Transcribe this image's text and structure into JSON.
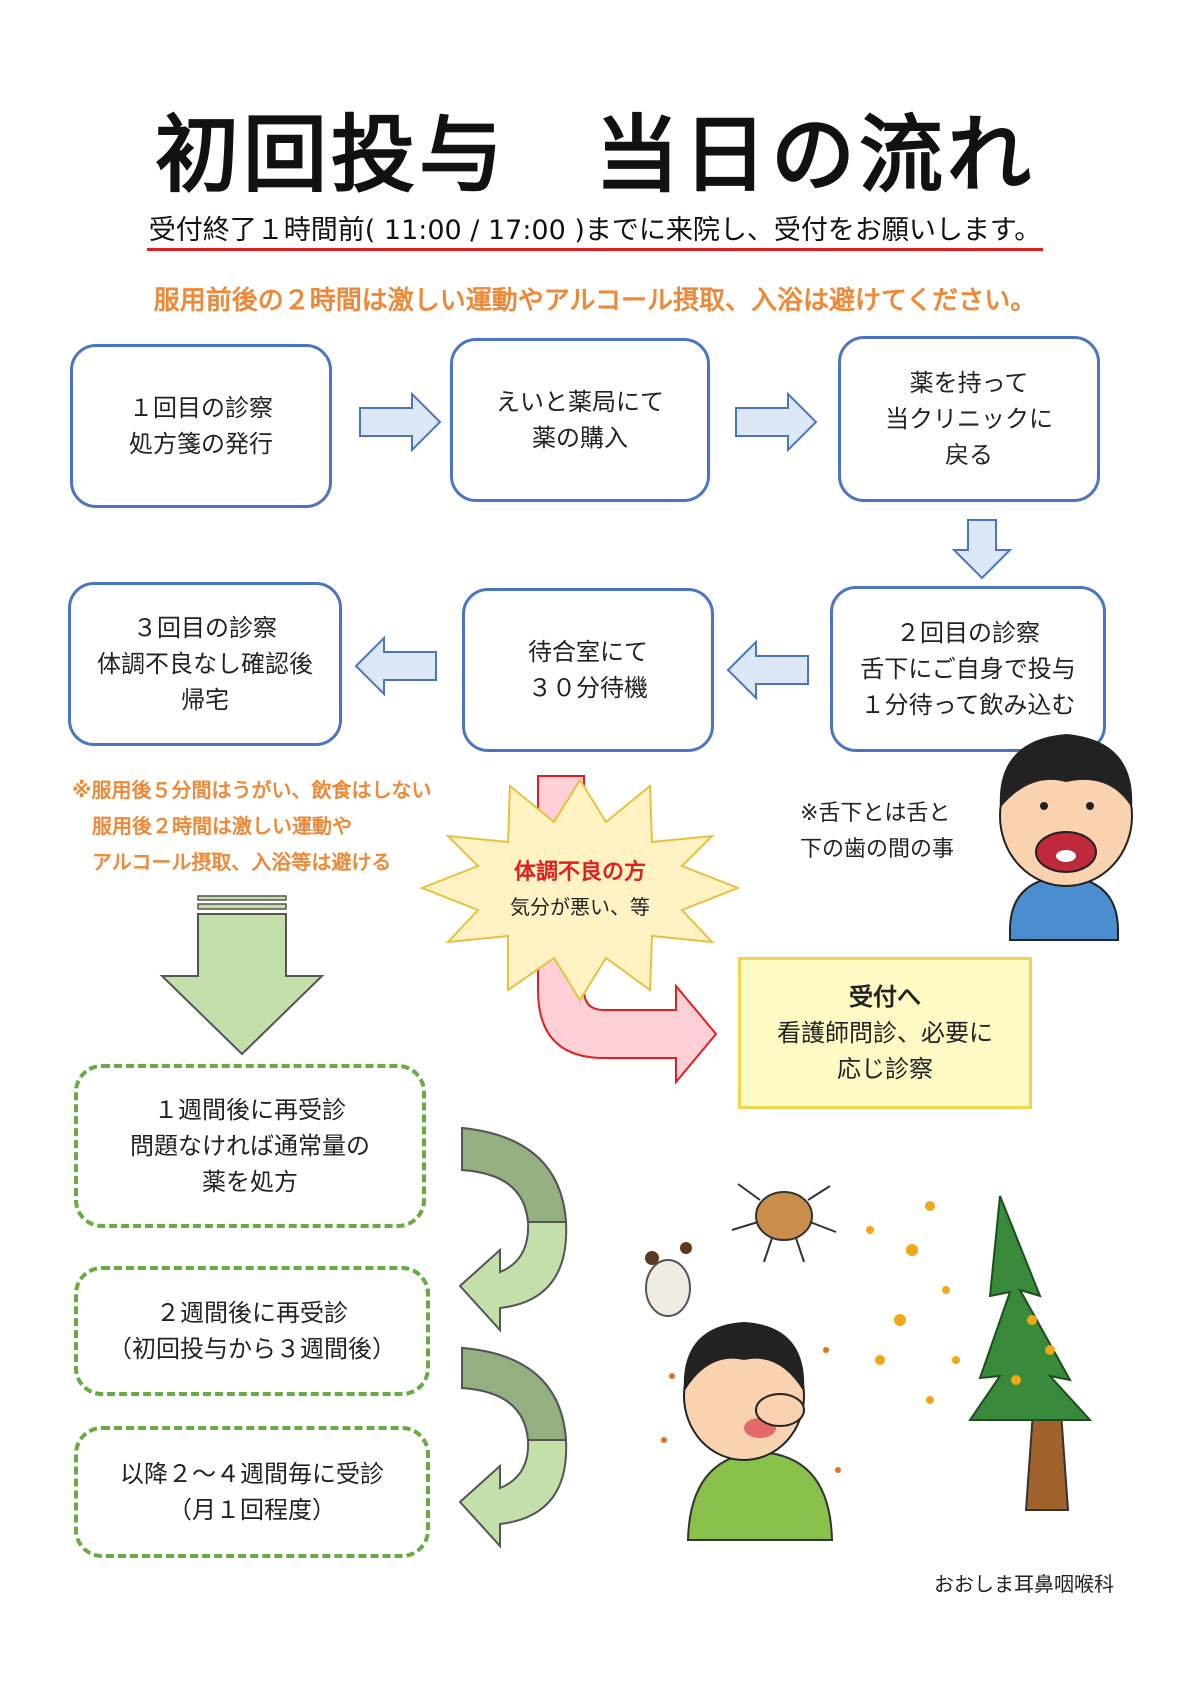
{
  "title": "初回投与　当日の流れ",
  "notice": "受付終了１時間前( 11:00 / 17:00 )までに来院し、受付をお願いします。",
  "caution": "服用前後の２時間は激しい運動やアルコール摂取、入浴は避けてください。",
  "steps": [
    {
      "lines": [
        "１回目の診察",
        "処方箋の発行"
      ]
    },
    {
      "lines": [
        "えいと薬局にて",
        "薬の購入"
      ]
    },
    {
      "lines": [
        "薬を持って",
        "当クリニックに",
        "戻る"
      ]
    },
    {
      "lines": [
        "２回目の診察",
        "舌下にご自身で投与",
        "１分待って飲み込む"
      ]
    },
    {
      "lines": [
        "待合室にて",
        "３０分待機"
      ]
    },
    {
      "lines": [
        "３回目の診察",
        "体調不良なし確認後",
        "帰宅"
      ]
    }
  ],
  "after_note": [
    "※服用後５分間はうがい、飲食はしない",
    "服用後２時間は激しい運動や",
    "アルコール摂取、入浴等は避ける"
  ],
  "tongue_note": [
    "※舌下とは舌と",
    "下の歯の間の事"
  ],
  "burst": {
    "title": "体調不良の方",
    "sub": "気分が悪い、等"
  },
  "reception": {
    "title": "受付へ",
    "lines": [
      "看護師問診、必要に",
      "応じ診察"
    ]
  },
  "followups": [
    {
      "lines": [
        "１週間後に再受診",
        "問題なければ通常量の",
        "薬を処方"
      ]
    },
    {
      "lines": [
        "２週間後に再受診",
        "（初回投与から３週間後）"
      ]
    },
    {
      "lines": [
        "以降２～４週間毎に受診",
        "（月１回程度）"
      ]
    }
  ],
  "footer": "おおしま耳鼻咽喉科",
  "colors": {
    "blue_border": "#4b74c2",
    "arrow_fill": "#dce8f6",
    "orange": "#ec8a3a",
    "red": "#e02020",
    "green_dash": "#6aaa44",
    "green_arrow": "#c3e0aa",
    "reception_fill": "#fff9c4"
  }
}
